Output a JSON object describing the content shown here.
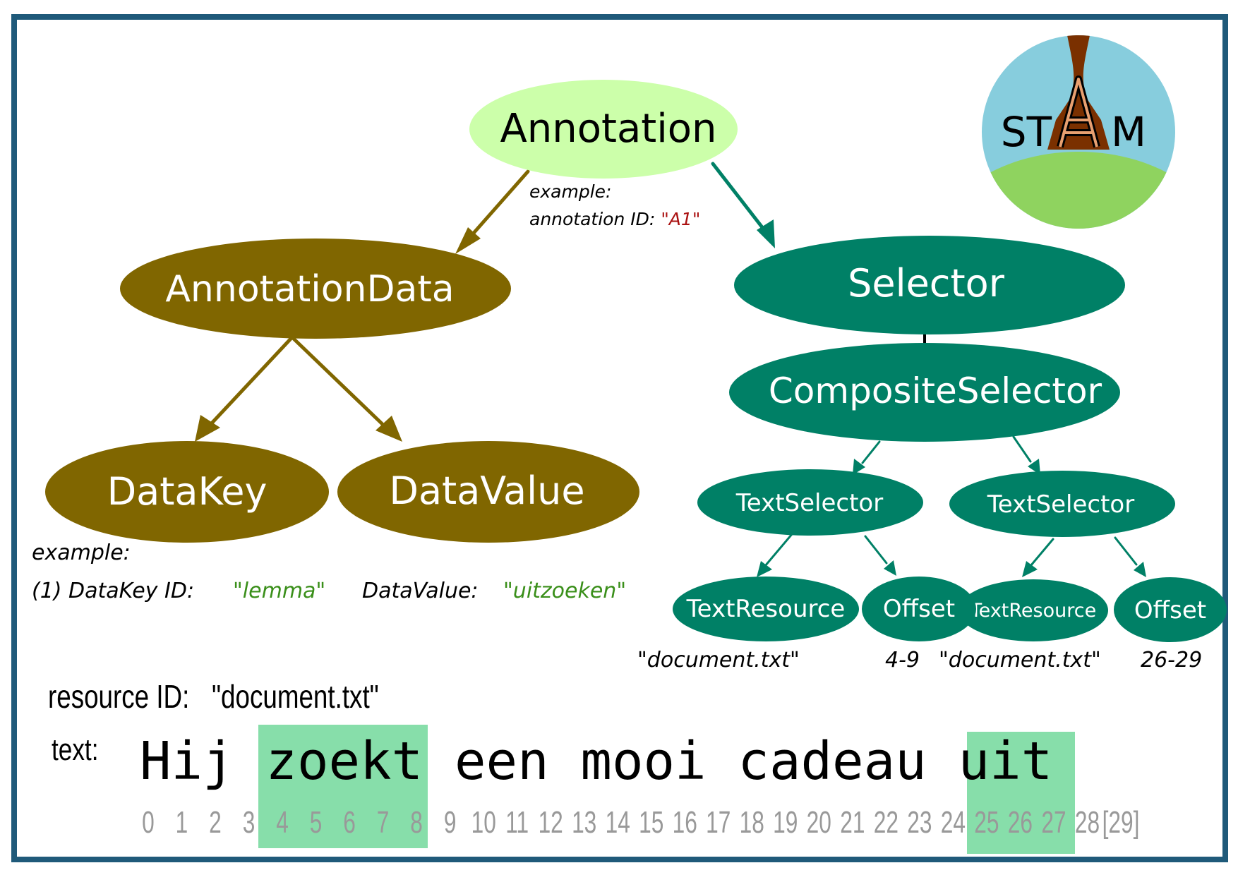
{
  "nodes": {
    "annotation": "Annotation",
    "annotation_data": "AnnotationData",
    "selector": "Selector",
    "composite_selector": "CompositeSelector",
    "data_key": "DataKey",
    "data_value": "DataValue",
    "text_selector_1": "TextSelector",
    "text_selector_2": "TextSelector",
    "text_resource_1": "TextResource",
    "offset_1": "Offset",
    "text_resource_2": "TextResource",
    "offset_2": "Offset"
  },
  "annotation_example": {
    "line1": "example:",
    "label": "annotation ID:",
    "value": "\"A1\""
  },
  "data_example": {
    "line1": "example:",
    "key_label": "(1) DataKey ID:",
    "key_value": "\"lemma\"",
    "value_label": "DataValue:",
    "value_value": "\"uitzoeken\""
  },
  "selector_values": {
    "resource_1": "\"document.txt\"",
    "offset_1": "4-9",
    "resource_2": "\"document.txt\"",
    "offset_2": "26-29"
  },
  "logo": {
    "left": "ST",
    "right": "M"
  },
  "resource": {
    "label": "resource ID:",
    "value": "\"document.txt\""
  },
  "text": {
    "label": "text:",
    "words": [
      "Hij",
      "zoekt",
      "een",
      "mooi",
      "cadeau",
      "uit"
    ],
    "indices": [
      "0",
      "1",
      "2",
      "3",
      "4",
      "5",
      "6",
      "7",
      "8",
      "9",
      "10",
      "11",
      "12",
      "13",
      "14",
      "15",
      "16",
      "17",
      "18",
      "19",
      "20",
      "21",
      "22",
      "23",
      "24",
      "25",
      "26",
      "27",
      "28",
      "[29]"
    ]
  },
  "colors": {
    "frame": "#1f5a7a",
    "annotation_fill": "#ccffaa",
    "data_fill": "#806600",
    "selector_fill": "#008066",
    "highlight": "#87deaa",
    "example_value": "#3a8f1a",
    "id_value": "#aa1111",
    "index_gray": "#999999",
    "logo_sky": "#87cddd",
    "logo_hill": "#8fd35f",
    "logo_tower": "#7a3000"
  }
}
